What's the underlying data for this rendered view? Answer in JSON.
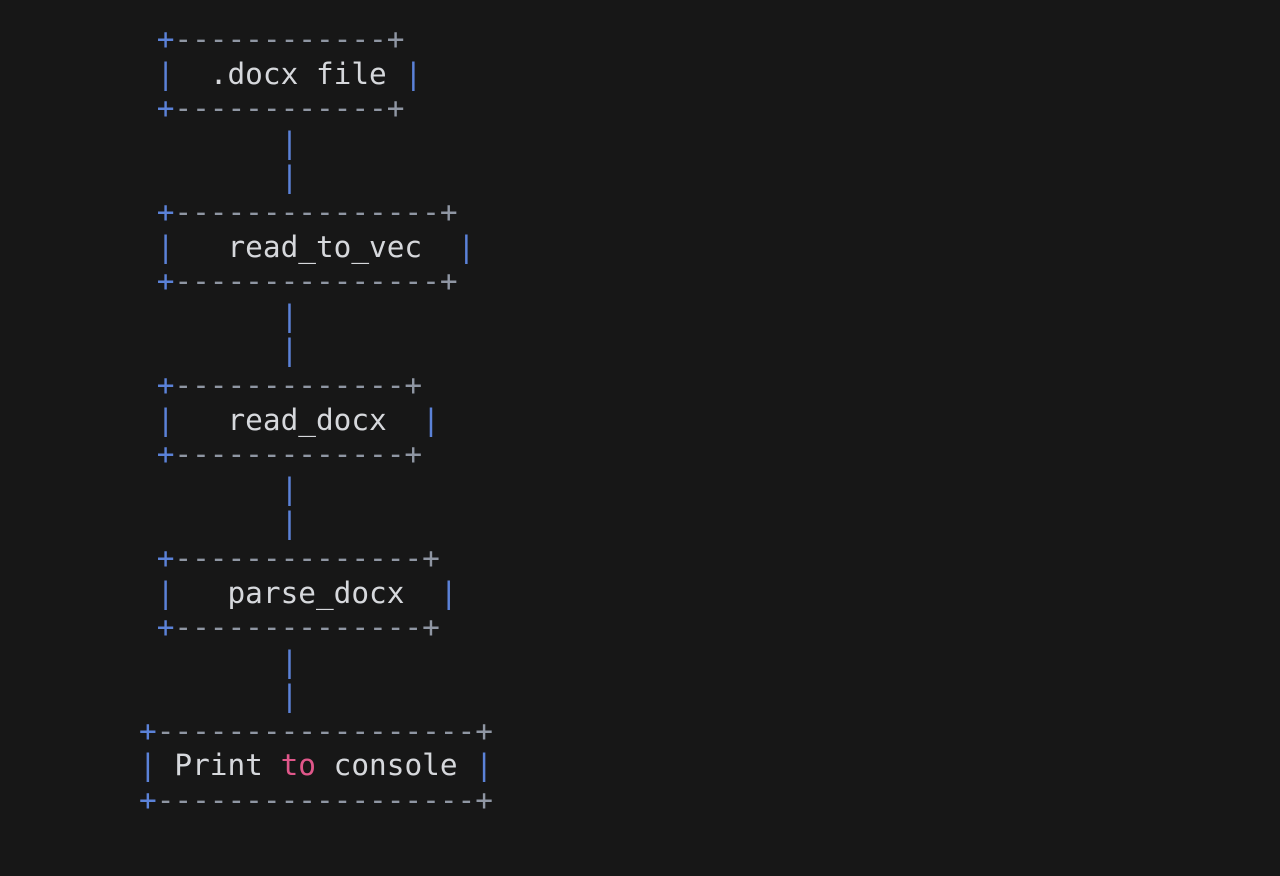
{
  "diagram": {
    "lines": [
      [
        {
          "t": " "
        },
        {
          "t": "+",
          "c": "blue"
        },
        {
          "t": "------------+",
          "c": "gray"
        }
      ],
      [
        {
          "t": " "
        },
        {
          "t": "|",
          "c": "blue"
        },
        {
          "t": "  .docx file ",
          "c": "text"
        },
        {
          "t": "|",
          "c": "blue"
        }
      ],
      [
        {
          "t": " "
        },
        {
          "t": "+",
          "c": "blue"
        },
        {
          "t": "------------+",
          "c": "gray"
        }
      ],
      [
        {
          "t": "        "
        },
        {
          "t": "|",
          "c": "blue"
        }
      ],
      [
        {
          "t": "        "
        },
        {
          "t": "|",
          "c": "blue"
        }
      ],
      [
        {
          "t": " "
        },
        {
          "t": "+",
          "c": "blue"
        },
        {
          "t": "---------------+",
          "c": "gray"
        }
      ],
      [
        {
          "t": " "
        },
        {
          "t": "|",
          "c": "blue"
        },
        {
          "t": "   read_to_vec  ",
          "c": "text"
        },
        {
          "t": "|",
          "c": "blue"
        }
      ],
      [
        {
          "t": " "
        },
        {
          "t": "+",
          "c": "blue"
        },
        {
          "t": "---------------+",
          "c": "gray"
        }
      ],
      [
        {
          "t": "        "
        },
        {
          "t": "|",
          "c": "blue"
        }
      ],
      [
        {
          "t": "        "
        },
        {
          "t": "|",
          "c": "blue"
        }
      ],
      [
        {
          "t": " "
        },
        {
          "t": "+",
          "c": "blue"
        },
        {
          "t": "-------------+",
          "c": "gray"
        }
      ],
      [
        {
          "t": " "
        },
        {
          "t": "|",
          "c": "blue"
        },
        {
          "t": "   read_docx  ",
          "c": "text"
        },
        {
          "t": "|",
          "c": "blue"
        }
      ],
      [
        {
          "t": " "
        },
        {
          "t": "+",
          "c": "blue"
        },
        {
          "t": "-------------+",
          "c": "gray"
        }
      ],
      [
        {
          "t": "        "
        },
        {
          "t": "|",
          "c": "blue"
        }
      ],
      [
        {
          "t": "        "
        },
        {
          "t": "|",
          "c": "blue"
        }
      ],
      [
        {
          "t": " "
        },
        {
          "t": "+",
          "c": "blue"
        },
        {
          "t": "--------------+",
          "c": "gray"
        }
      ],
      [
        {
          "t": " "
        },
        {
          "t": "|",
          "c": "blue"
        },
        {
          "t": "   parse_docx  ",
          "c": "text"
        },
        {
          "t": "|",
          "c": "blue"
        }
      ],
      [
        {
          "t": " "
        },
        {
          "t": "+",
          "c": "blue"
        },
        {
          "t": "--------------+",
          "c": "gray"
        }
      ],
      [
        {
          "t": "        "
        },
        {
          "t": "|",
          "c": "blue"
        }
      ],
      [
        {
          "t": "        "
        },
        {
          "t": "|",
          "c": "blue"
        }
      ],
      [
        {
          "t": "+",
          "c": "blue"
        },
        {
          "t": "------------------+",
          "c": "gray"
        }
      ],
      [
        {
          "t": "|",
          "c": "blue"
        },
        {
          "t": " Print ",
          "c": "text"
        },
        {
          "t": "to",
          "c": "pink"
        },
        {
          "t": " console ",
          "c": "text"
        },
        {
          "t": "|",
          "c": "blue"
        }
      ],
      [
        {
          "t": "+",
          "c": "blue"
        },
        {
          "t": "------------------+",
          "c": "gray"
        }
      ]
    ]
  },
  "colors": {
    "background": "#171717",
    "border_blue": "#5b82d8",
    "border_gray": "#8f96a3",
    "text": "#d6d8dc",
    "keyword": "#e0578a"
  }
}
